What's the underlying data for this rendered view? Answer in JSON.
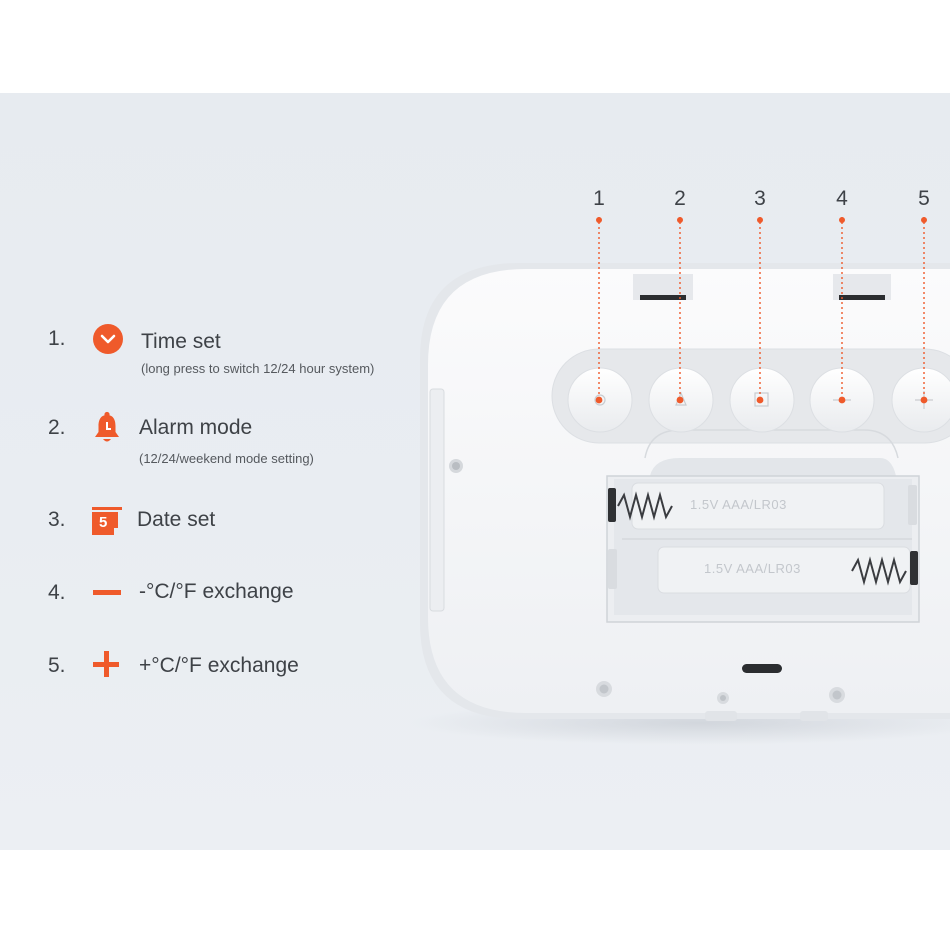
{
  "legend": {
    "items": [
      {
        "number": "1.",
        "title": "Time set",
        "subtitle": "(long press to switch 12/24 hour system)",
        "icon": "clock-icon"
      },
      {
        "number": "2.",
        "title": "Alarm mode",
        "subtitle": "(12/24/weekend mode setting)",
        "icon": "bell-icon"
      },
      {
        "number": "3.",
        "title": "Date set",
        "icon": "calendar-icon",
        "icon_text": "5"
      },
      {
        "number": "4.",
        "title": "-°C/°F exchange",
        "icon": "minus-icon"
      },
      {
        "number": "5.",
        "title": "+°C/°F exchange",
        "icon": "plus-icon"
      }
    ]
  },
  "callouts": [
    "1",
    "2",
    "3",
    "4",
    "5"
  ],
  "battery": {
    "top_label": "1.5V  AAA/LR03",
    "bottom_label": "1.5V  AAA/LR03"
  },
  "colors": {
    "accent": "#ef5a2b",
    "text": "#3e4247",
    "background": "#e8ecf1",
    "device": "#f5f6f8"
  }
}
